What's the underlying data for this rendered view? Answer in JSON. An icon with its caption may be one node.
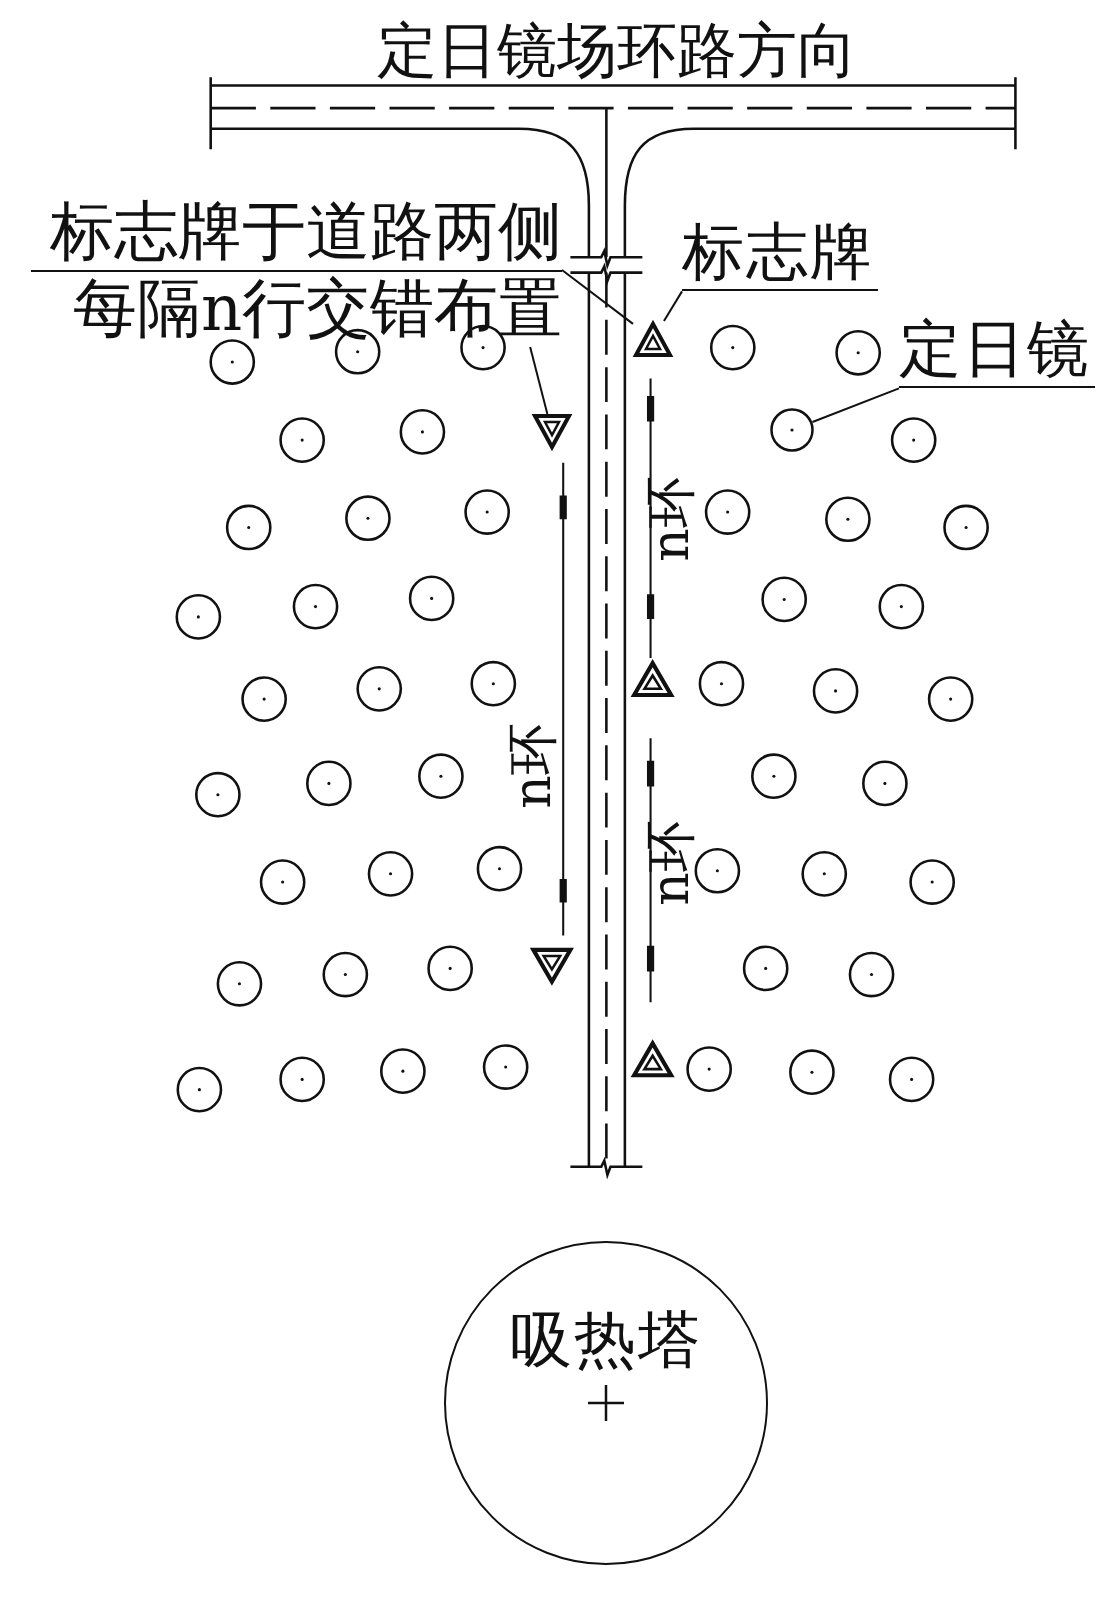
{
  "diagram": {
    "nodes": [
      {
        "text": [
          "标志牌于道路两侧每隔n行交错布置"
        ]
      },
      {
        "text": [
          "标志牌"
        ]
      },
      {
        "text": [
          "定日镜"
        ]
      },
      {
        "text": [],
        "shape": "triangle"
      },
      {
        "text": [],
        "shape": "triangle"
      },
      {
        "text": [],
        "shape": "circle"
      },
      {
        "text": [
          "吸热塔"
        ]
      }
    ],
    "edges": [
      {
        "from": 0,
        "to": 3,
        "arrow": "none"
      },
      {
        "from": 0,
        "to": 4,
        "arrow": "none"
      },
      {
        "from": 1,
        "to": 3,
        "arrow": "none"
      },
      {
        "from": 2,
        "to": 5,
        "arrow": "none"
      }
    ],
    "labels": [
      "定日镜场环路方向",
      "n环",
      "n环",
      "n环"
    ]
  }
}
